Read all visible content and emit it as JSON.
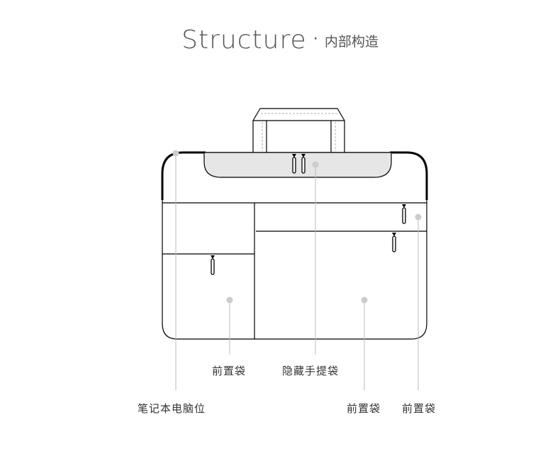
{
  "title": {
    "main": "Structure",
    "separator": "·",
    "subtitle": "内部构造"
  },
  "labels": {
    "front_pocket_left": "前置袋",
    "hidden_handle_pocket": "隐藏手提袋",
    "laptop_compartment": "笔记本电脑位",
    "front_pocket_center": "前置袋",
    "front_pocket_right": "前置袋"
  },
  "colors": {
    "outline": "#000000",
    "hidden_pocket_fill": "#e6e6e6",
    "pointer_dot": "#cccccc",
    "pointer_line": "#bbbbbb",
    "text": "#333333",
    "title": "#555555"
  }
}
